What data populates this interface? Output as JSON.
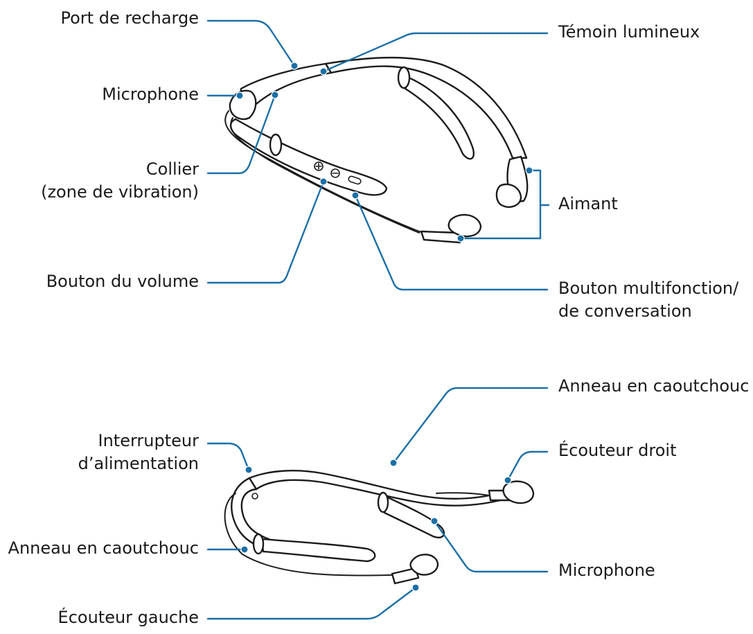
{
  "colors": {
    "leader": "#1a6fa6",
    "text": "#1a1a1a",
    "outline": "#1c1c1c",
    "background": "#ffffff"
  },
  "labels": {
    "charging_port": "Port de recharge",
    "indicator_light": "Témoin lumineux",
    "microphone_top": "Microphone",
    "neckband_line1": "Collier",
    "neckband_line2": "(zone de vibration)",
    "magnet": "Aimant",
    "volume_button": "Bouton du volume",
    "multifunction_line1": "Bouton multifonction/",
    "multifunction_line2": "de conversation",
    "rubber_ring_right": "Anneau en caoutchouc",
    "power_switch_line1": "Interrupteur",
    "power_switch_line2": "d’alimentation",
    "right_earbud": "Écouteur droit",
    "rubber_ring_left": "Anneau en caoutchouc",
    "microphone_bottom": "Microphone",
    "left_earbud": "Écouteur gauche"
  },
  "illustrations": {
    "top_view_icon": "headset-top-view-illustration",
    "bottom_view_icon": "headset-bottom-view-illustration"
  }
}
